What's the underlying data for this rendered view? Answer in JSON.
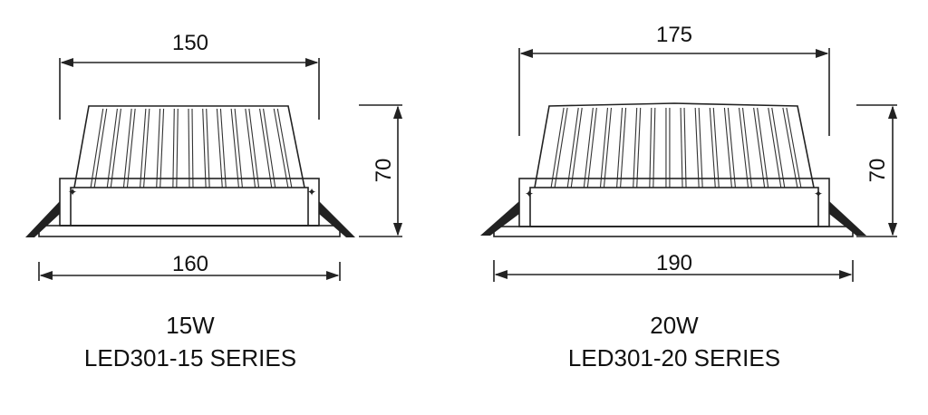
{
  "products": [
    {
      "top_width": "150",
      "bottom_width": "160",
      "height": "70",
      "power": "15W",
      "series": "LED301-15 SERIES"
    },
    {
      "top_width": "175",
      "bottom_width": "190",
      "height": "70",
      "power": "20W",
      "series": "LED301-20 SERIES"
    }
  ]
}
